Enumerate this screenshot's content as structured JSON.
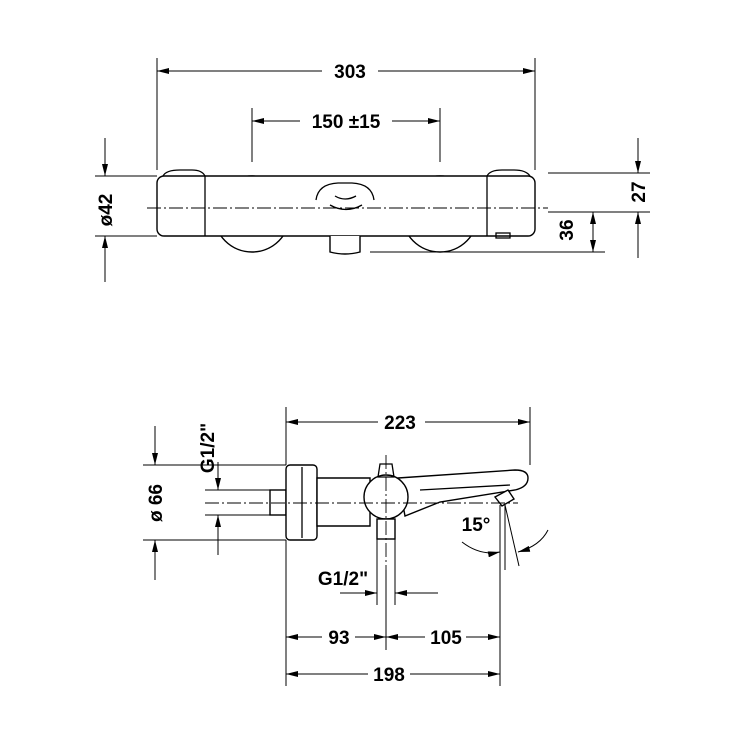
{
  "top_view": {
    "overall_length": "303",
    "center_distance": "150 ±15",
    "body_diameter": "ø42",
    "height_27": "27",
    "height_36": "36"
  },
  "side_view": {
    "projection": "223",
    "flange_diameter": "ø 66",
    "inlet_thread": "G1/2\"",
    "outlet_thread": "G1/2\"",
    "spout_angle": "15°",
    "dist_93": "93",
    "dist_105": "105",
    "dist_198": "198"
  }
}
